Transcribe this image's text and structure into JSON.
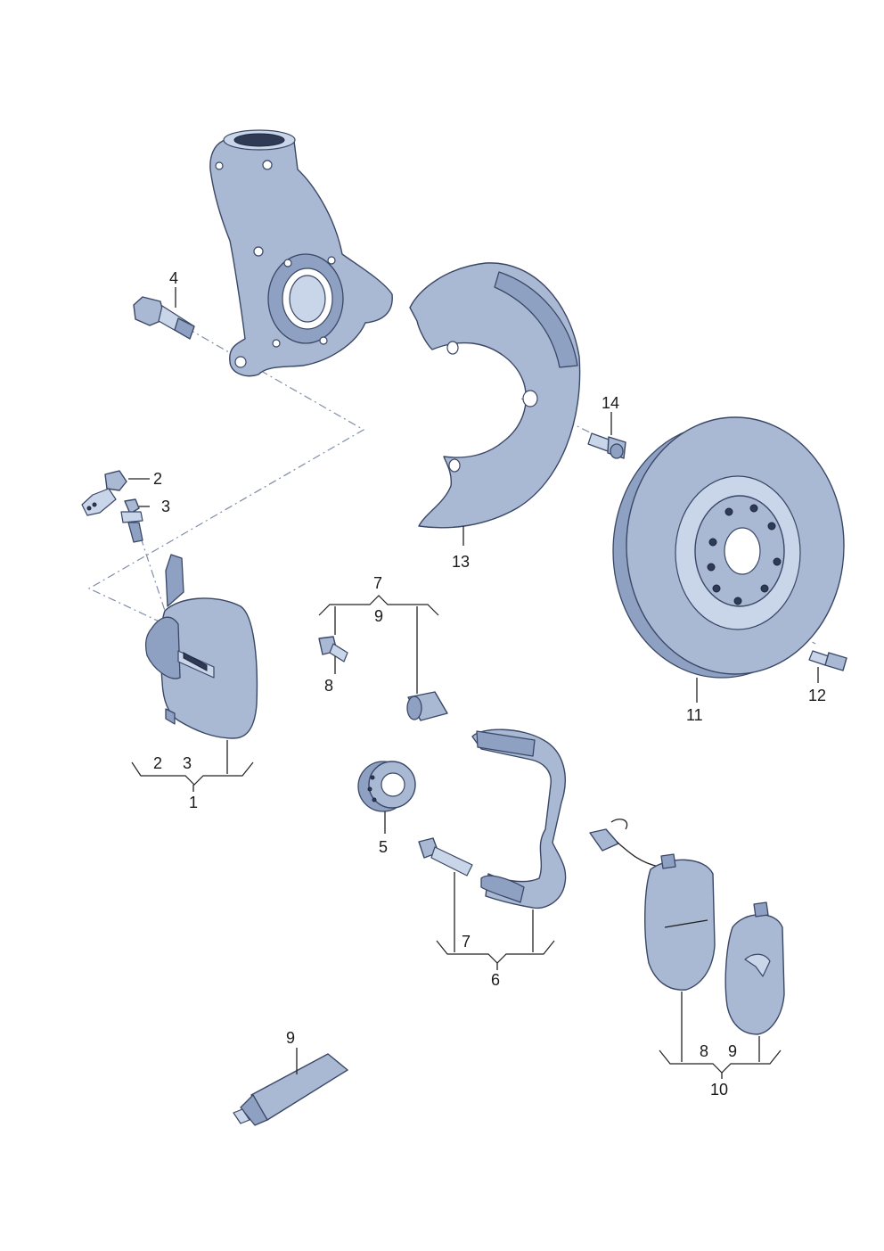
{
  "callouts": {
    "c1": "1",
    "c2": "2",
    "c3": "3",
    "c4": "4",
    "c5": "5",
    "c6": "6",
    "c7": "7",
    "c8": "8",
    "c9": "9",
    "c10": "10",
    "c11": "11",
    "c12": "12",
    "c13": "13",
    "c14": "14"
  },
  "colors": {
    "part_fill": "#a9b9d4",
    "part_stroke": "#3a4766",
    "leader_line": "#222222",
    "dash_line": "#7f8ea6"
  }
}
